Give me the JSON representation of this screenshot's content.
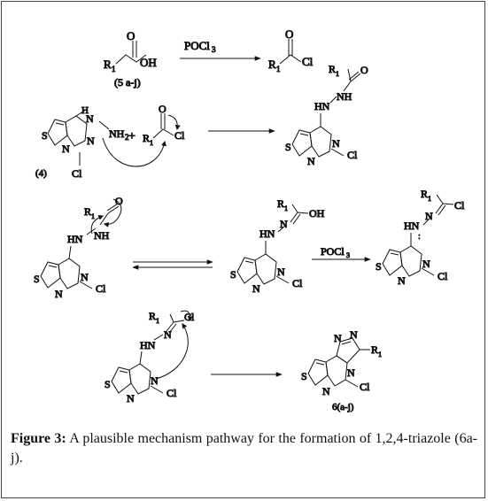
{
  "caption": {
    "label": "Figure 3:",
    "text": " A plausible mechanism pathway for the formation of 1,2,4-triazole (6a-j)."
  },
  "labels": {
    "r1": "R",
    "r1_sub": "1",
    "oh": "OH",
    "cl": "Cl",
    "o": "O",
    "n": "N",
    "s": "S",
    "nh": "NH",
    "hn": "HN",
    "nh2": "NH",
    "nh2_sub": "2",
    "h": "H",
    "plus": "+",
    "pocl3": "POCl",
    "pocl3_sub": "3",
    "cmp5": "(5 a-j)",
    "cmp4": "(4)",
    "cmp6": "6(a-j)"
  }
}
